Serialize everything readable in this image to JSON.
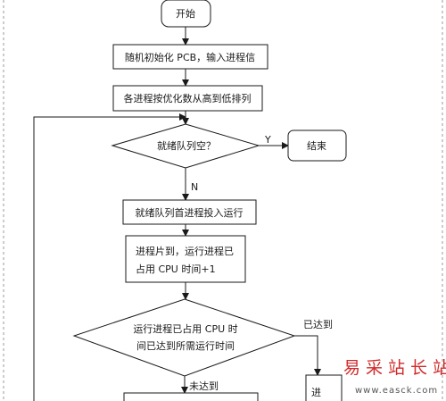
{
  "flowchart": {
    "start": "开始",
    "step_init": "随机初始化 PCB，输入进程信",
    "step_sort": "各进程按优化数从高到低排列",
    "decision_empty": "就绪队列空？",
    "yes_label": "Y",
    "end": "结束",
    "no_label": "N",
    "step_run_head": "就绪队列首进程投入运行",
    "step_timeslice": {
      "line1": "进程片到，运行进程已",
      "line2": "占用 CPU 时间+1"
    },
    "decision_done": {
      "line1": "运行进程已占用 CPU 时",
      "line2": "间已达到所需运行时间"
    },
    "reached_label": "已达到",
    "not_reached_label": "未达到",
    "partial_box_text": "进"
  },
  "watermark": {
    "title": "易采站长站",
    "url": "www.easck.com"
  }
}
